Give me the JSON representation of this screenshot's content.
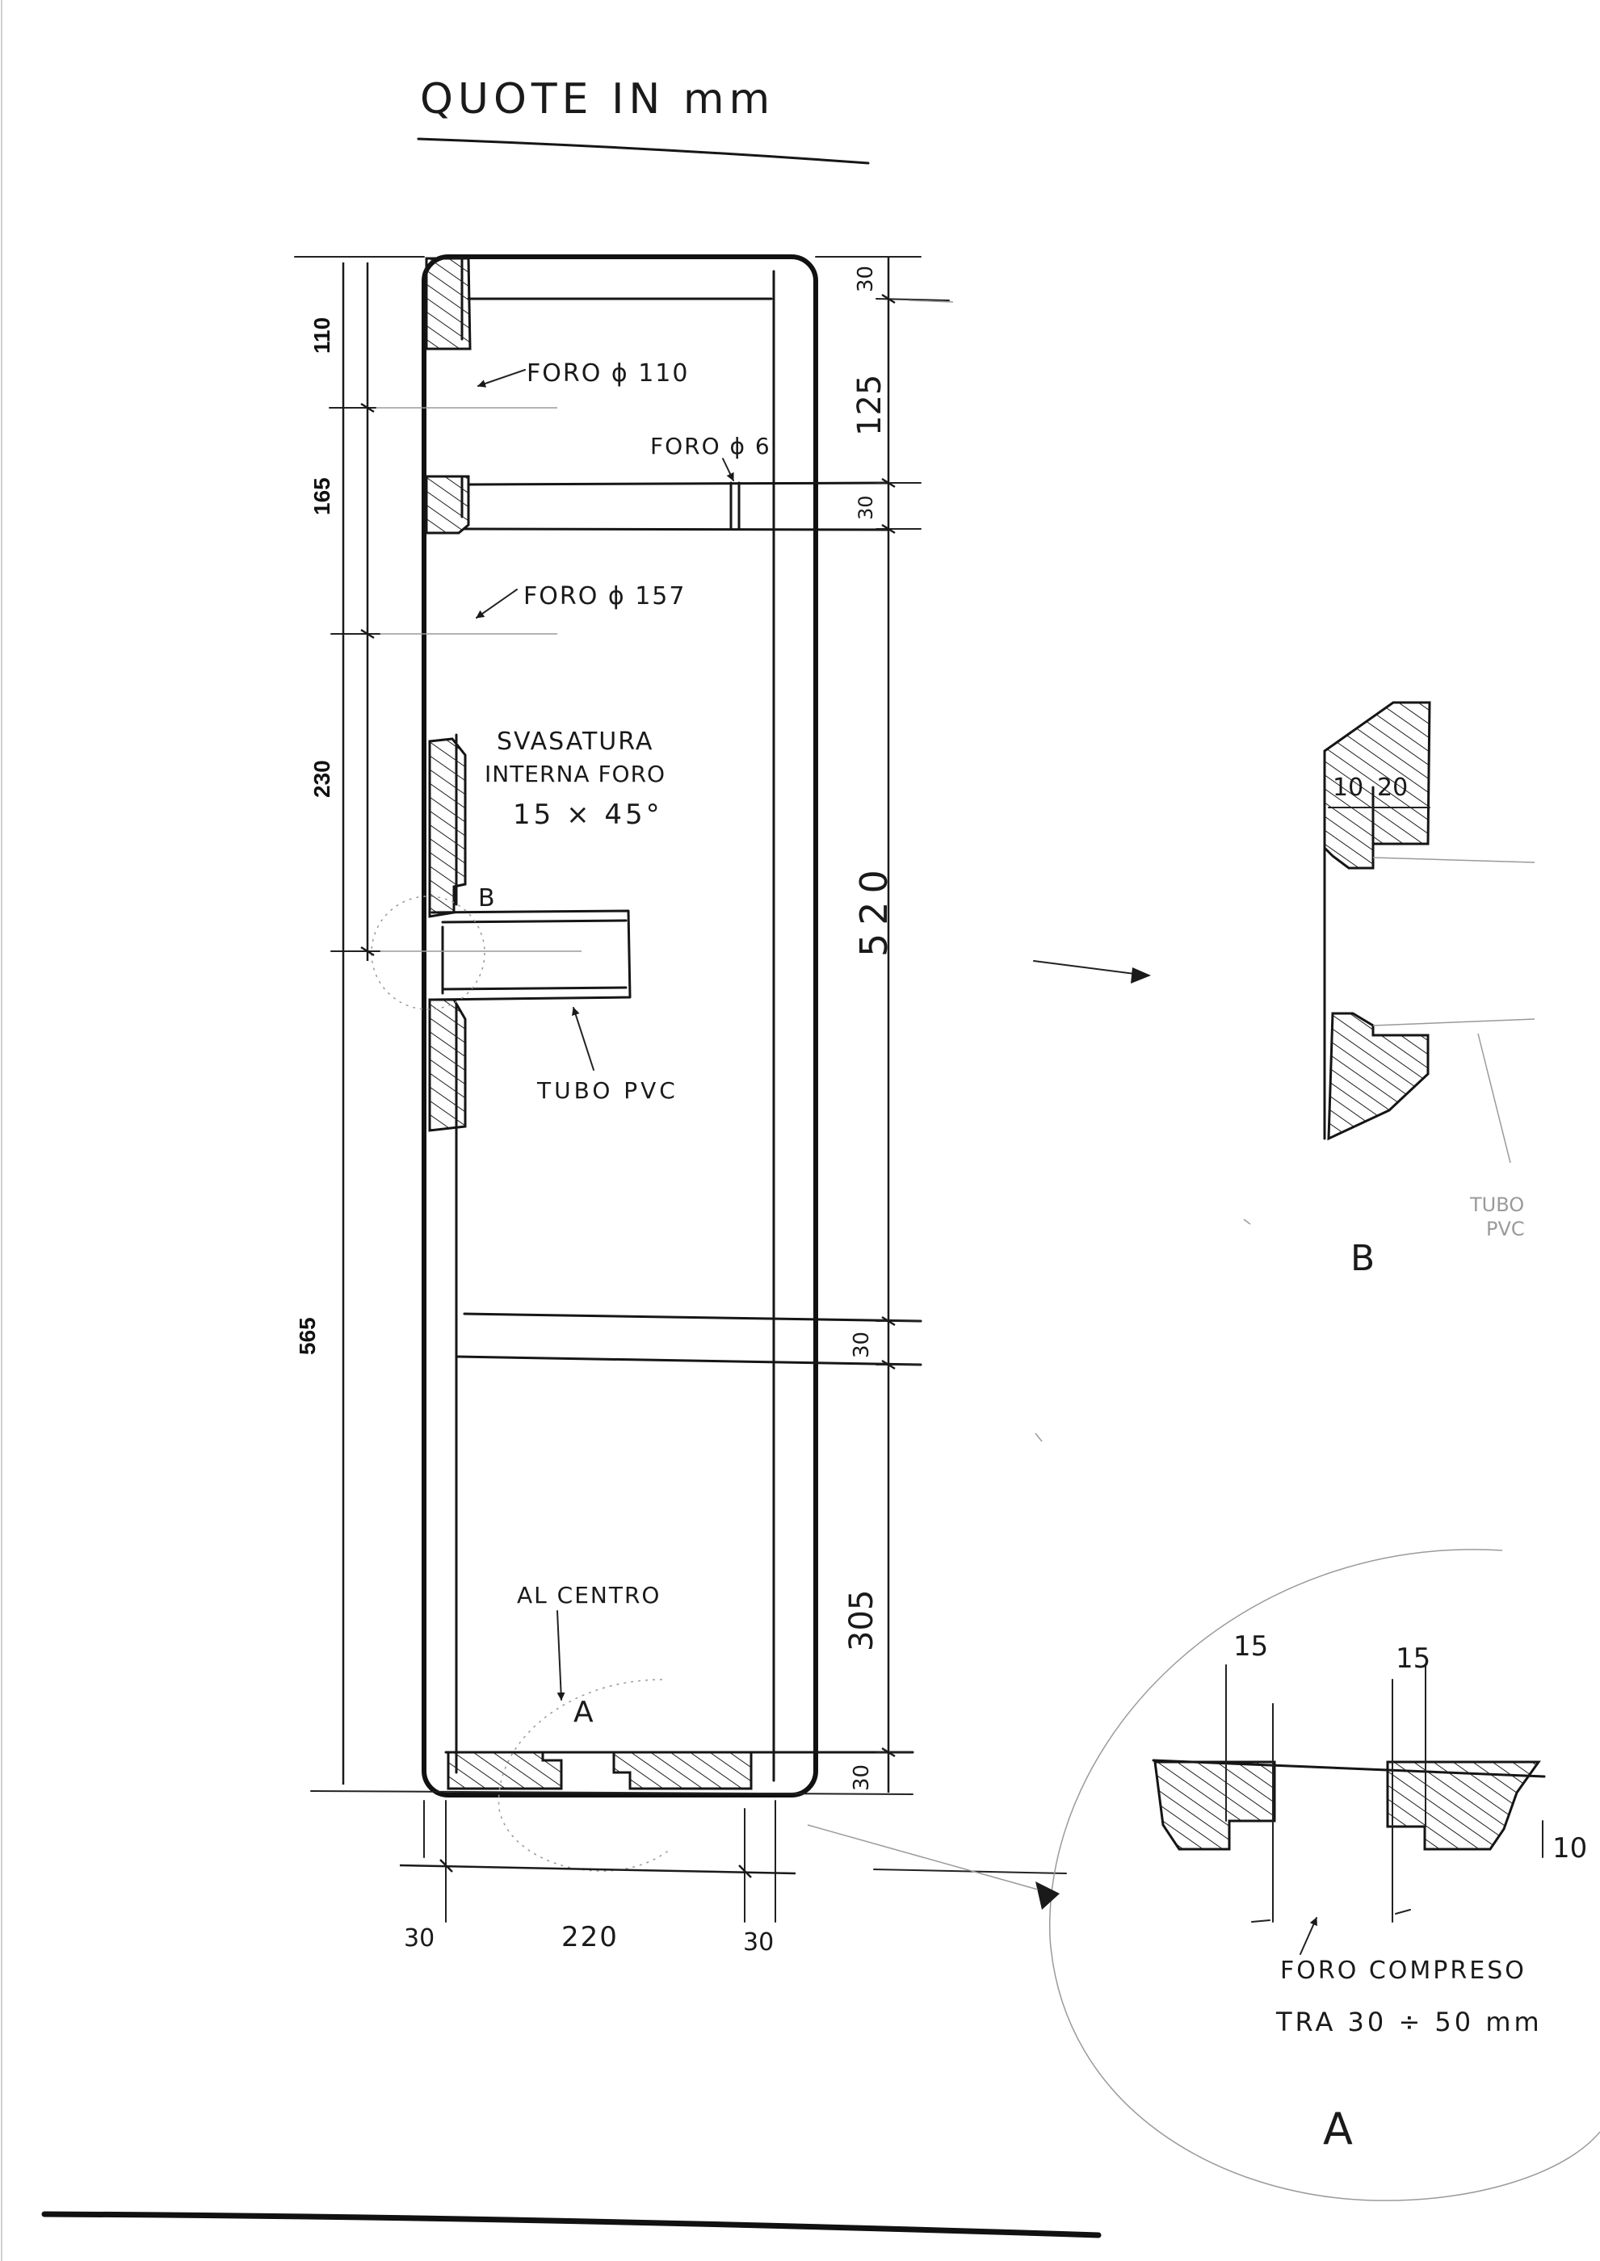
{
  "title": "QUOTE IN mm",
  "labels": {
    "foro_110": "FORO ϕ 110",
    "foro_6": "FORO ϕ 6",
    "foro_157": "FORO ϕ 157",
    "svasatura_line1": "SVASATURA",
    "svasatura_line2": "INTERNA FORO",
    "svasatura_line3": "15 × 45°",
    "callout_b": "B",
    "tubo_pvc": "TUBO PVC",
    "al_centro": "AL CENTRO",
    "callout_a": "A"
  },
  "left_dimensions": [
    "110",
    "165",
    "230",
    "565"
  ],
  "right_dimensions": [
    "30",
    "125",
    "30",
    "520",
    "30",
    "305",
    "30"
  ],
  "bottom_dimensions": [
    "30",
    "220",
    "30"
  ],
  "detail_b": {
    "label": "B",
    "dims": [
      "10",
      "20"
    ],
    "tubo_label_line1": "TUBO",
    "tubo_label_line2": "PVC"
  },
  "detail_a": {
    "label": "A",
    "dims": [
      "15",
      "15",
      "10"
    ],
    "note_line1": "FORO COMPRESO",
    "note_line2": "TRA 30 ÷ 50 mm"
  }
}
